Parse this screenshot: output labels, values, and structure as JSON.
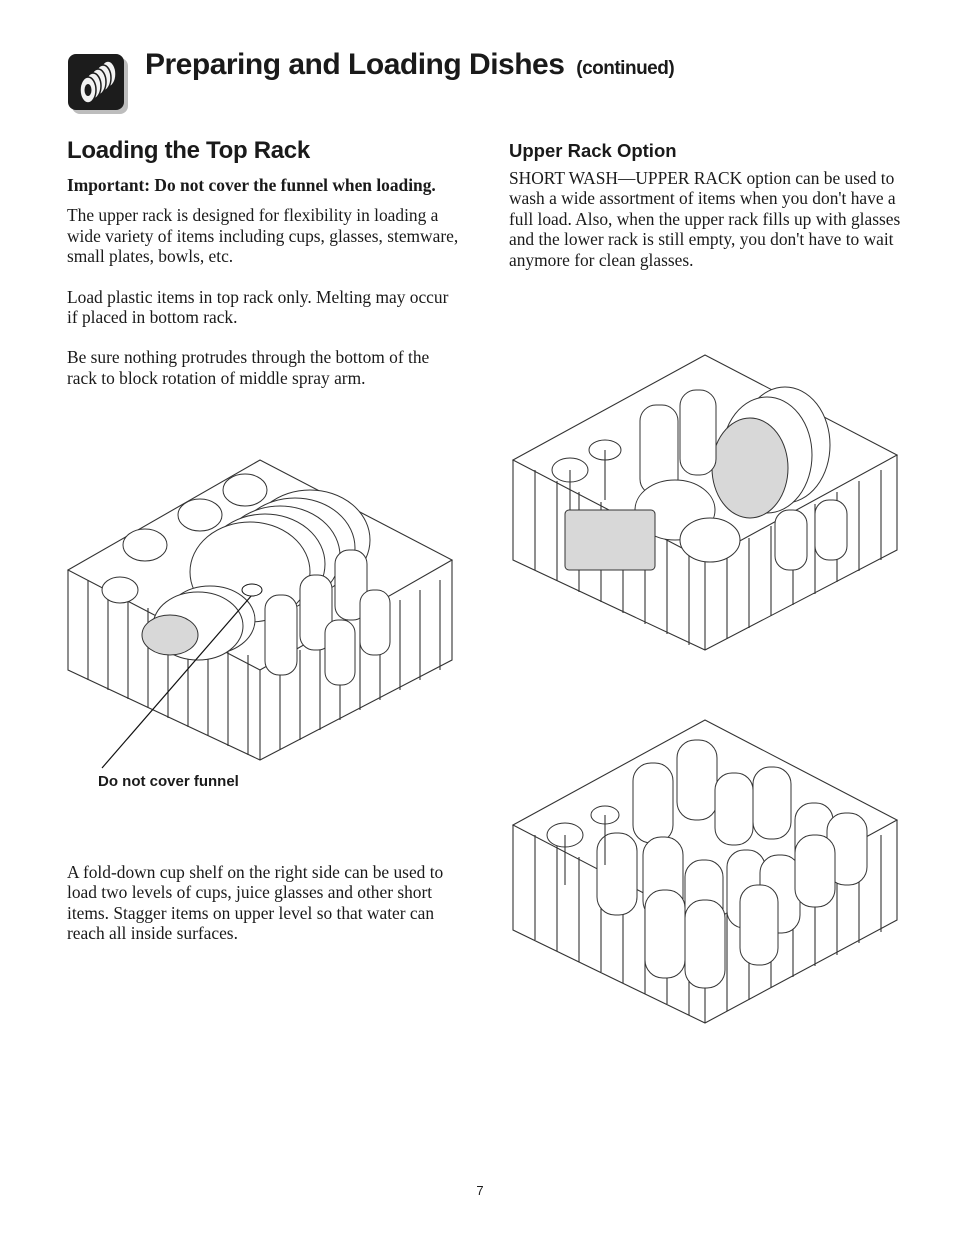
{
  "header": {
    "title": "Preparing and Loading Dishes",
    "continued": "(continued)",
    "icon": "dish-stack-icon"
  },
  "left": {
    "section_title": "Loading the Top Rack",
    "important": "Important: Do not cover the funnel when loading.",
    "para1": "The upper rack is designed for flexibility in loading a wide variety of items including cups, glasses, stemware, small plates, bowls, etc.",
    "para2": "Load plastic items in top rack only. Melting may occur if placed in bottom rack.",
    "para3": "Be sure nothing protrudes through the bottom of the rack to block rotation of middle spray arm.",
    "funnel_label": "Do not cover funnel",
    "cup_shelf": "A fold-down cup shelf on the right side can be used to load two levels of cups, juice glasses and other short items. Stagger items on upper level so that water can reach all inside surfaces."
  },
  "right": {
    "subsection_title": "Upper Rack Option",
    "body": "SHORT WASH—UPPER RACK option can be used to wash a wide assortment of items when you don't have a full load. Also, when the upper rack fills up with glasses and the lower rack is still empty, you don't have to wait anymore for clean glasses."
  },
  "page_number": "7"
}
